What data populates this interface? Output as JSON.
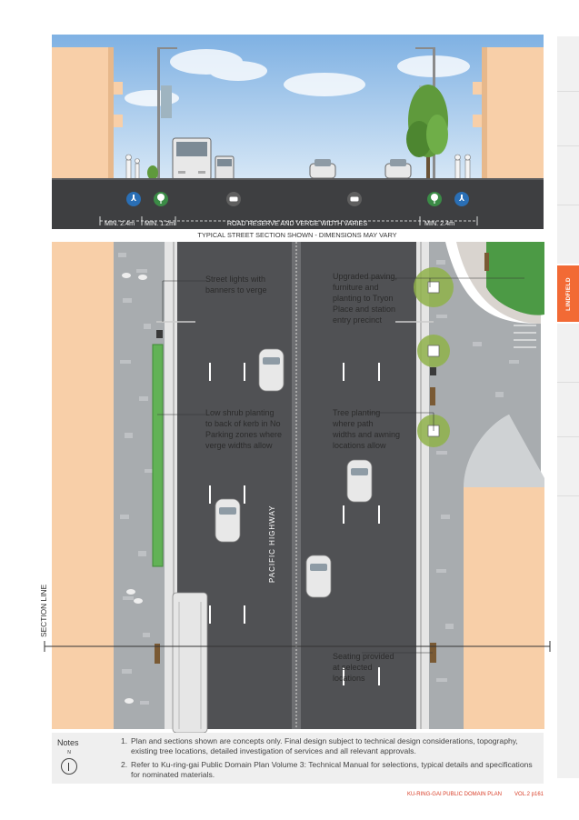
{
  "section": {
    "dimensions": [
      "MIN. 2.4m",
      "MIN. 1.2m",
      "ROAD RESERVE AND VERGE WIDTH VARIES",
      "MIN. 2.4m"
    ],
    "caption": "TYPICAL STREET SECTION SHOWN - DIMENSIONS MAY VARY",
    "icons": [
      "pedestrian-icon",
      "tree-icon",
      "car-icon",
      "car-icon",
      "tree-icon",
      "pedestrian-icon"
    ]
  },
  "plan": {
    "street_name": "PACIFIC HIGHWAY",
    "section_line_label": "SECTION LINE",
    "annotations": {
      "street_lights": [
        "Street lights with",
        "banners to verge"
      ],
      "upgraded_paving": [
        "Upgraded paving,",
        "furniture and",
        "planting to Tryon",
        "Place and station",
        "entry precinct"
      ],
      "low_shrub": [
        "Low shrub planting",
        "to back of kerb in No",
        "Parking zones where",
        "verge widths allow"
      ],
      "tree_planting": [
        "Tree planting",
        "where path",
        "widths and awning",
        "locations allow"
      ],
      "seating": [
        "Seating provided",
        "at selected",
        "locations"
      ]
    }
  },
  "side_tab": {
    "label": "LINDFIELD",
    "active_color": "#f26a35"
  },
  "notes": {
    "title": "Notes",
    "north_label": "N",
    "items": [
      {
        "num": "1.",
        "text": "Plan and sections shown are concepts only. Final design subject to technical design considerations, topography, existing tree locations, detailed investigation of services and all relevant approvals."
      },
      {
        "num": "2.",
        "text": "Refer to Ku-ring-gai Public Domain Plan Volume 3: Technical Manual for selections, typical details and specifications for nominated materials."
      }
    ]
  },
  "footer": {
    "title": "KU-RING-GAI PUBLIC DOMAIN PLAN",
    "page": "VOL.2 p161",
    "color": "#d9412b"
  }
}
